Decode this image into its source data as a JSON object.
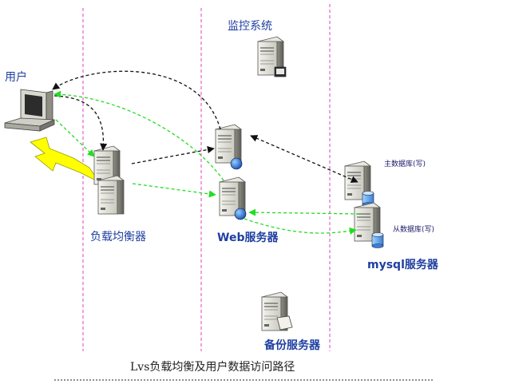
{
  "labels": {
    "user": "用户",
    "monitor": "监控系统",
    "lb": "负载均衡器",
    "web": "Web服务器",
    "db_master": "主数据库(写)",
    "db_slave": "从数据库(写)",
    "mysql": "mysql服务器",
    "backup": "备份服务器",
    "caption": "Lvs负载均衡及用户数据访问路径"
  },
  "colors": {
    "zone_divider": "#e040c0",
    "flow_black": "#111111",
    "flow_green": "#22dd22",
    "label_blue": "#1f3fa0",
    "lightning": "#ffff00"
  },
  "icons": [
    "pc-terminal-icon",
    "server-icon",
    "globe-icon",
    "database-icon",
    "lightning-icon"
  ]
}
